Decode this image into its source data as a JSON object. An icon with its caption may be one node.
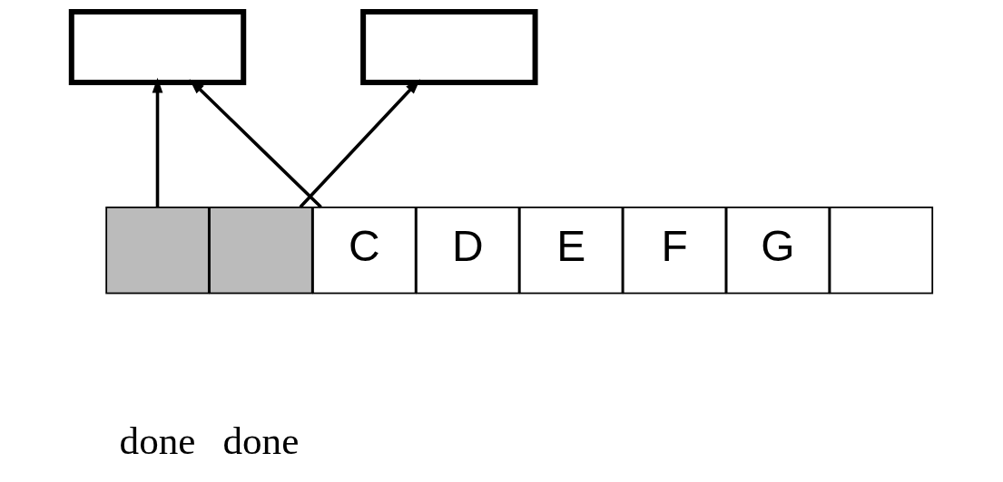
{
  "diagram": {
    "nodes": [
      {
        "text": [],
        "shape": "box"
      },
      {
        "text": [],
        "shape": "box"
      },
      {
        "text": [],
        "shape": "box"
      },
      {
        "text": [],
        "shape": "box"
      },
      {
        "text": [
          "C"
        ]
      },
      {
        "text": [
          "D"
        ]
      },
      {
        "text": [
          "E"
        ]
      },
      {
        "text": [
          "F"
        ]
      },
      {
        "text": [
          "G"
        ]
      },
      {
        "text": [],
        "shape": "box"
      }
    ],
    "edges": [
      {
        "from": 2,
        "to": 0,
        "arrow": "to"
      },
      {
        "from": 4,
        "to": 0,
        "arrow": "to"
      },
      {
        "from": 3,
        "to": 1,
        "arrow": "to"
      }
    ],
    "labels": [
      "done",
      "done"
    ]
  }
}
